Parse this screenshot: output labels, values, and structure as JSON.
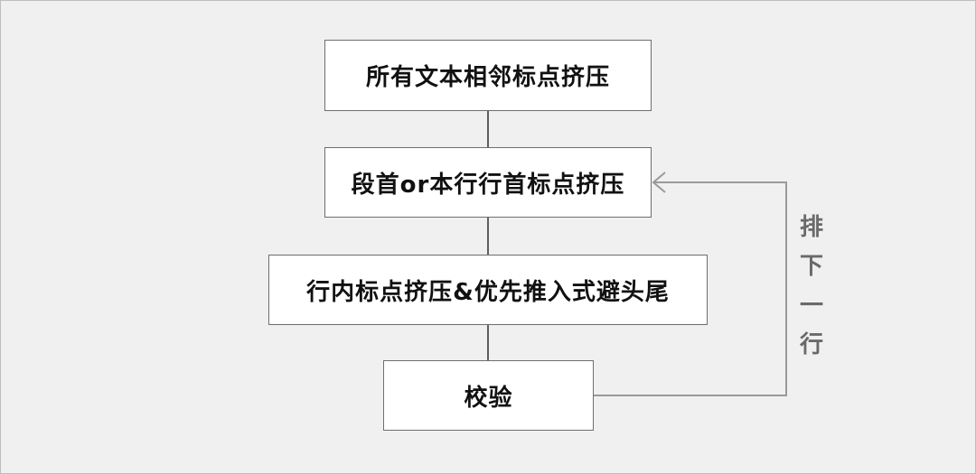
{
  "steps": [
    {
      "label": "所有文本相邻标点挤压"
    },
    {
      "label": "段首or本行行首标点挤压"
    },
    {
      "label": "行内标点挤压&优先推入式避头尾"
    },
    {
      "label": "校验"
    }
  ],
  "loop": {
    "label_chars": [
      "排",
      "下",
      "一",
      "行"
    ]
  },
  "colors": {
    "background": "#f0f0f0",
    "box_border": "#6e6e6e",
    "connector": "#5f5f5f",
    "loop_arrow": "#9a9a9a",
    "loop_label": "#6a6a6a"
  }
}
